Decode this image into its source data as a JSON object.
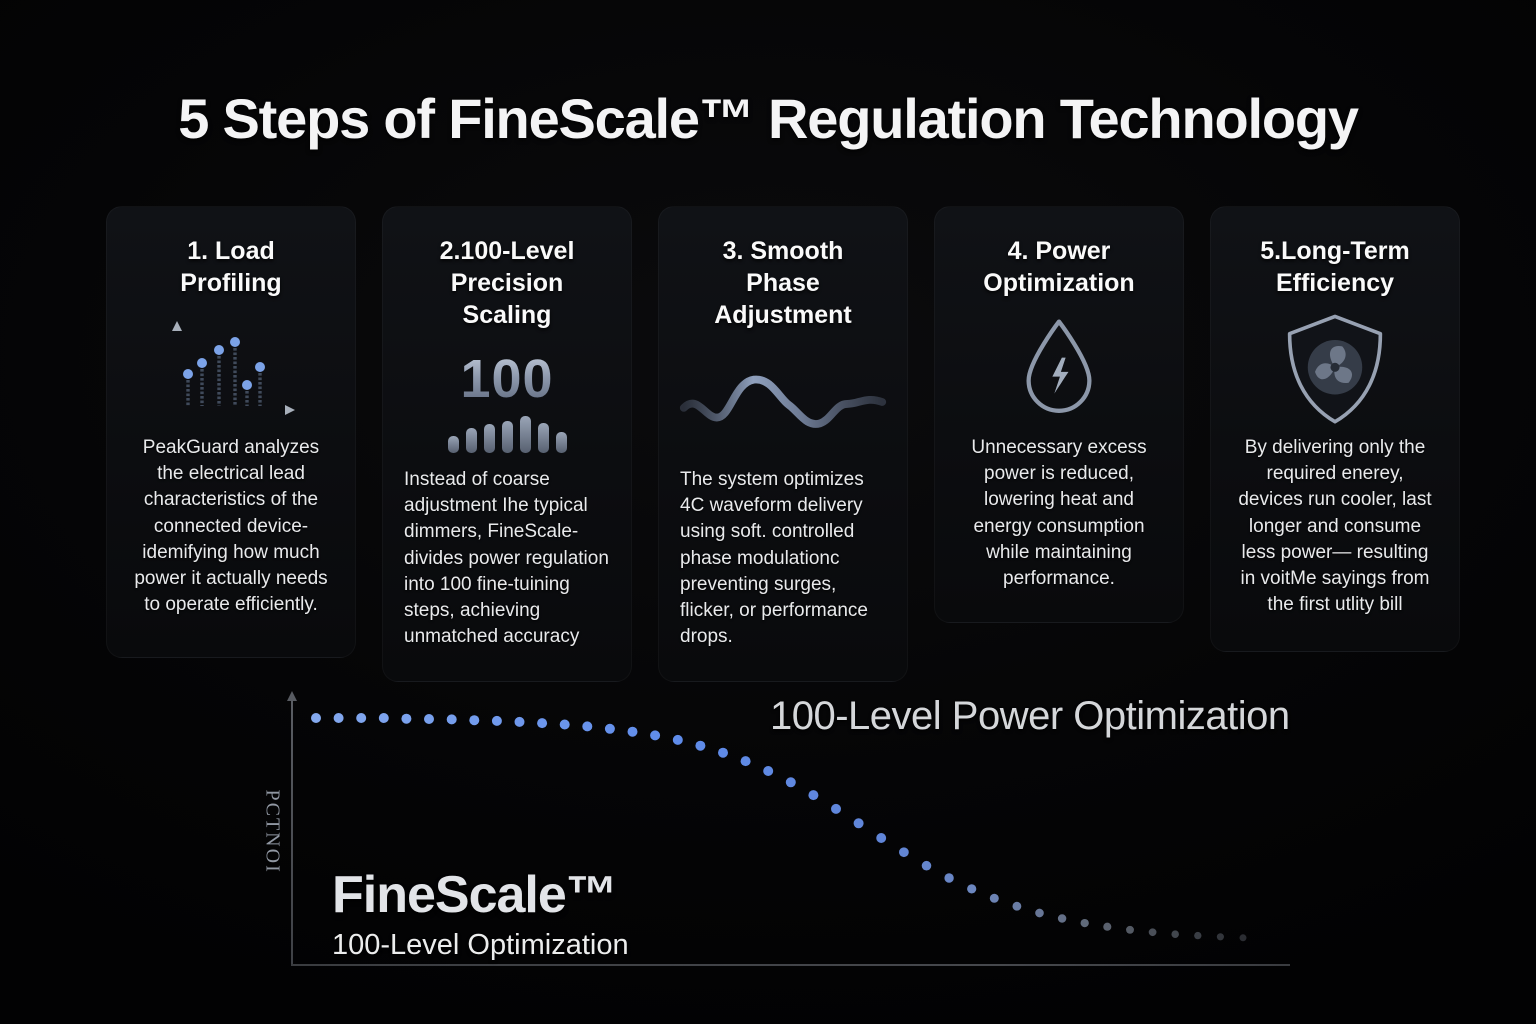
{
  "page": {
    "title": "5 Steps of FineScale™ Regulation Technology"
  },
  "colors": {
    "background": "#050506",
    "card_background": "#0d0e11",
    "accent_blue": "#5b8ceb",
    "icon_slate": "#94a0b2",
    "axis_gray": "#46484d",
    "body_text": "#e9eaec"
  },
  "cards": [
    {
      "icon": "scatter-chart-icon",
      "title": "1. Load\nProfiling",
      "body": "PeakGuard analyzes the electrical lead characteristics of the connected device- idemifying how much power it actually needs to operate efficiently."
    },
    {
      "icon": "100-equalizer-icon",
      "icon_number": "100",
      "title": "2.100-Level\nPrecision Scaling",
      "body": "Instead of coarse adjustment Ihe typical dimmers, FineScale- divides power regulation into 100 fine-tuining steps, achieving unmatched accuracy"
    },
    {
      "icon": "smooth-wave-icon",
      "title": "3. Smooth\nPhase Adjustment",
      "body": "The system optimizes 4C waveform delivery using soft. controlled phase modulationc preventing surges, flicker, or performance drops."
    },
    {
      "icon": "droplet-bolt-icon",
      "title": "4. Power\nOptimization",
      "body": "Unnecessary excess power is reduced, lowering heat and energy consumption while maintaining performance."
    },
    {
      "icon": "shield-fan-icon",
      "title": "5.Long-Term\nEfficiency",
      "body": "By delivering only the required enerey, devices run cooler, last longer and consume less power— resulting in voitMe sayings from the first utlity bill"
    }
  ],
  "chart_data": {
    "type": "scatter",
    "title": "100-Level Power Optimization",
    "ylabel": "PCTNOI",
    "xlabel": "",
    "annotation": {
      "heading": "FineScale™",
      "subheading": "100-Level Optimization"
    },
    "grid": false,
    "tick_labels": "none",
    "x_range": [
      0,
      100
    ],
    "y_range": [
      0,
      100
    ],
    "x_evenly_spaced": true,
    "series": [
      {
        "name": "power-level",
        "style": "dotted-sigmoid-decay",
        "values": [
          100,
          100,
          100,
          100,
          99.7,
          99.6,
          99.4,
          99.1,
          98.8,
          98.4,
          97.9,
          97.3,
          96.5,
          95.5,
          94.3,
          92.8,
          90.9,
          88.5,
          85.6,
          82.1,
          78,
          73.3,
          68,
          62.3,
          56.3,
          50.2,
          44.3,
          38.7,
          33.6,
          29.1,
          25.2,
          21.9,
          19.1,
          16.8,
          14.9,
          13.4,
          12.1,
          11.1,
          10.3,
          9.7,
          9.2,
          8.8
        ]
      }
    ],
    "dot_colors": {
      "start": "#84a9ee",
      "mid": "#5b8ceb",
      "end": "#6a707c"
    }
  }
}
